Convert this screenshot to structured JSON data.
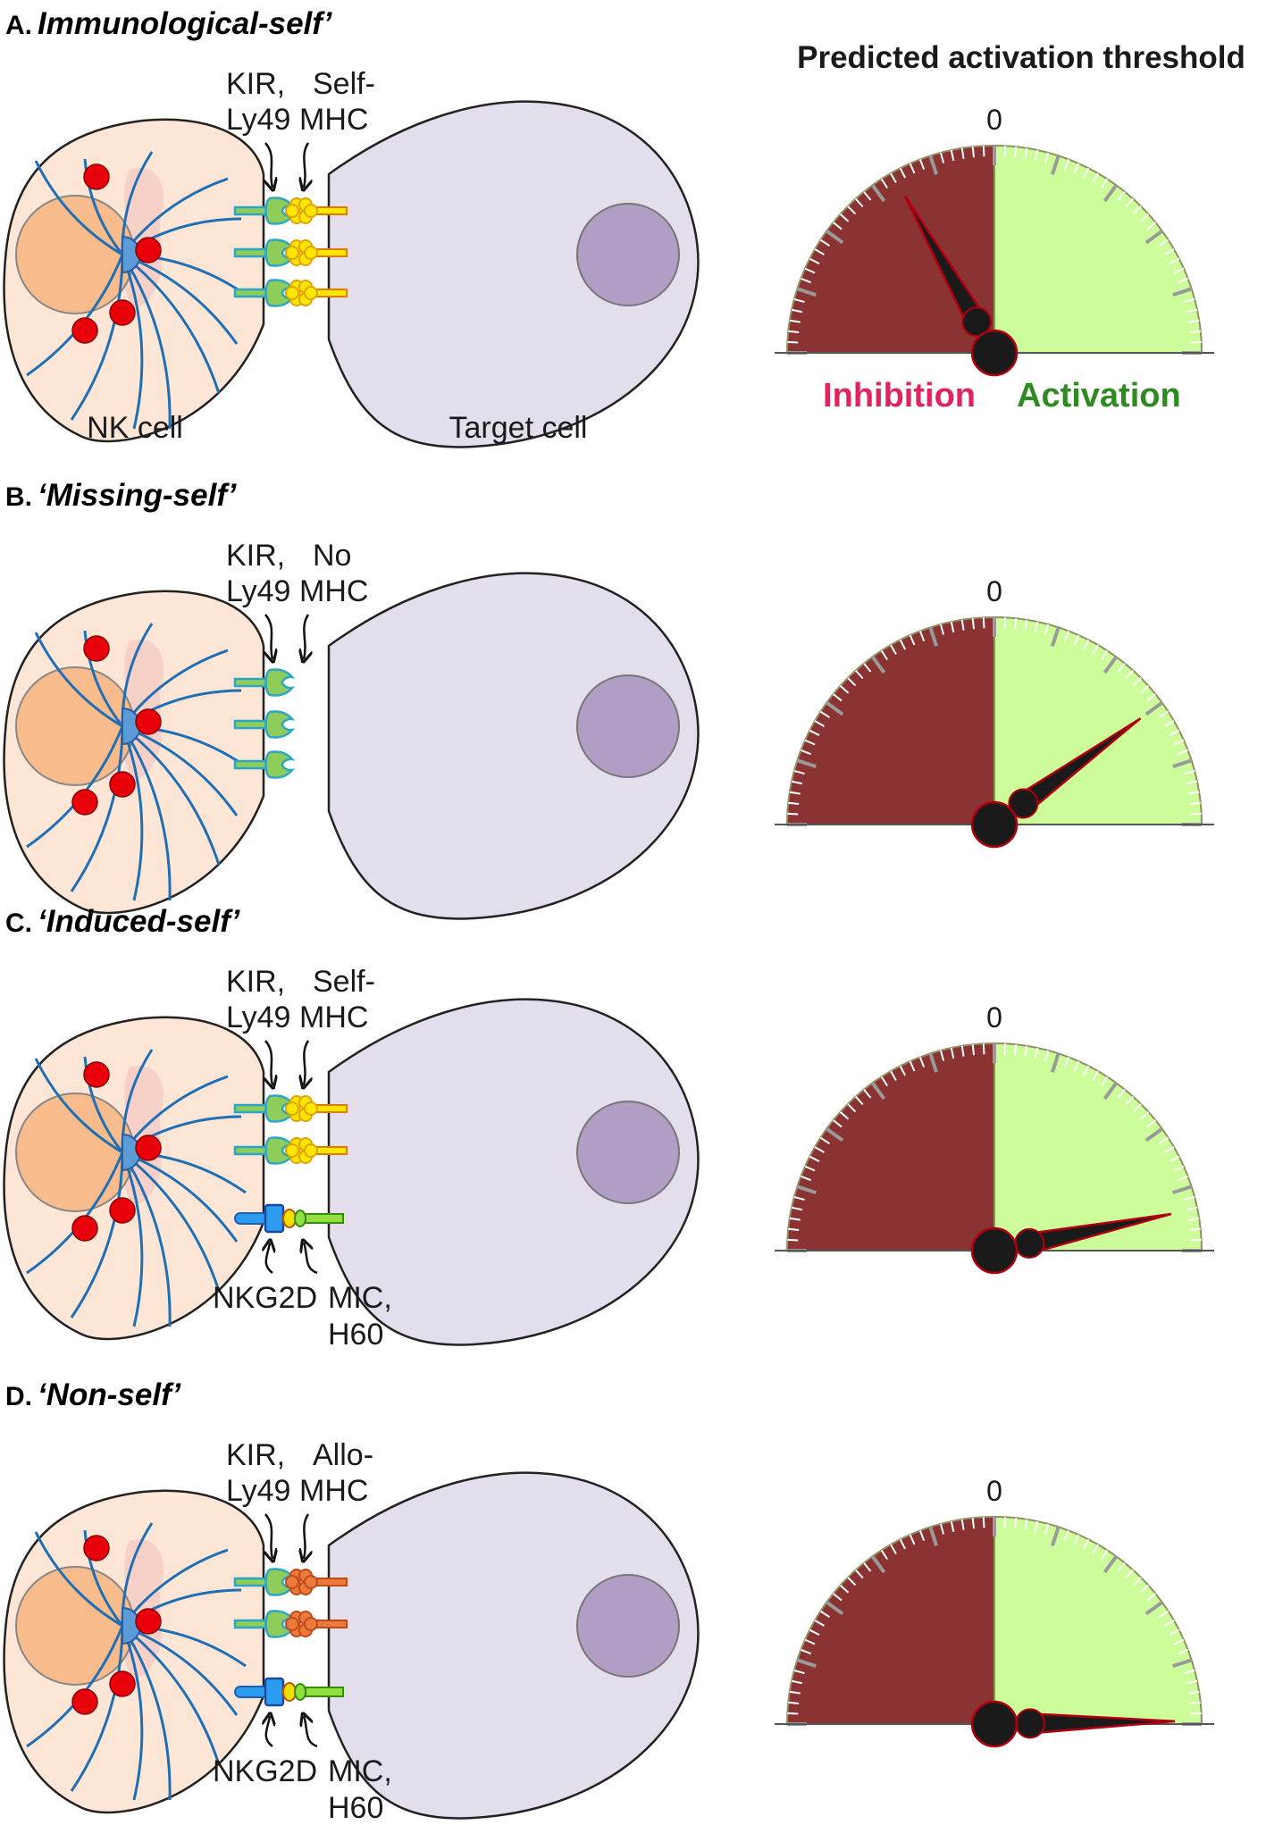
{
  "figure": {
    "gauge_title": "Predicted activation threshold",
    "cell_labels": {
      "nk": "NK cell",
      "target": "Target cell"
    },
    "gauge_labels": {
      "zero": "0",
      "inhibition": "Inhibition",
      "activation": "Activation"
    },
    "colors": {
      "nk_cytoplasm": "#fde6d6",
      "nk_nucleus": "#f7bb8c",
      "target_cytoplasm": "#e4deec",
      "target_nucleus": "#b09ec4",
      "granule": "#e8000b",
      "microtubule": "#1f6fb5",
      "gauge_inhibition": "#8b3232",
      "gauge_activation": "#ccfd9a",
      "inhibition_text": "#e0245e",
      "activation_text": "#2e8b22"
    }
  },
  "panels": [
    {
      "letter": "A.",
      "name": "Immunological-self’",
      "receptor_label_1": "KIR,",
      "receptor_label_2": "Ly49",
      "ligand_label_1": "Self-",
      "ligand_label_2": "MHC",
      "ligand_type": "self-mhc",
      "activating": false,
      "needle_level": -0.33
    },
    {
      "letter": "B.",
      "name": "‘Missing-self’",
      "receptor_label_1": "KIR,",
      "receptor_label_2": "Ly49",
      "ligand_label_1": "No",
      "ligand_label_2": "MHC",
      "ligand_type": "none",
      "activating": false,
      "needle_level": 0.6
    },
    {
      "letter": "C.",
      "name": "‘Induced-self’",
      "receptor_label_1": "KIR,",
      "receptor_label_2": "Ly49",
      "ligand_label_1": "Self-",
      "ligand_label_2": "MHC",
      "ligand_type": "self-mhc",
      "activating": true,
      "activating_receptor_label": "NKG2D",
      "activating_ligand_label_1": "MIC,",
      "activating_ligand_label_2": "H60",
      "needle_level": 0.87
    },
    {
      "letter": "D.",
      "name": "‘Non-self’",
      "receptor_label_1": "KIR,",
      "receptor_label_2": "Ly49",
      "ligand_label_1": "Allo-",
      "ligand_label_2": "MHC",
      "ligand_type": "allo-mhc",
      "activating": true,
      "activating_receptor_label": "NKG2D",
      "activating_ligand_label_1": "MIC,",
      "activating_ligand_label_2": "H60",
      "needle_level": 0.99
    }
  ]
}
